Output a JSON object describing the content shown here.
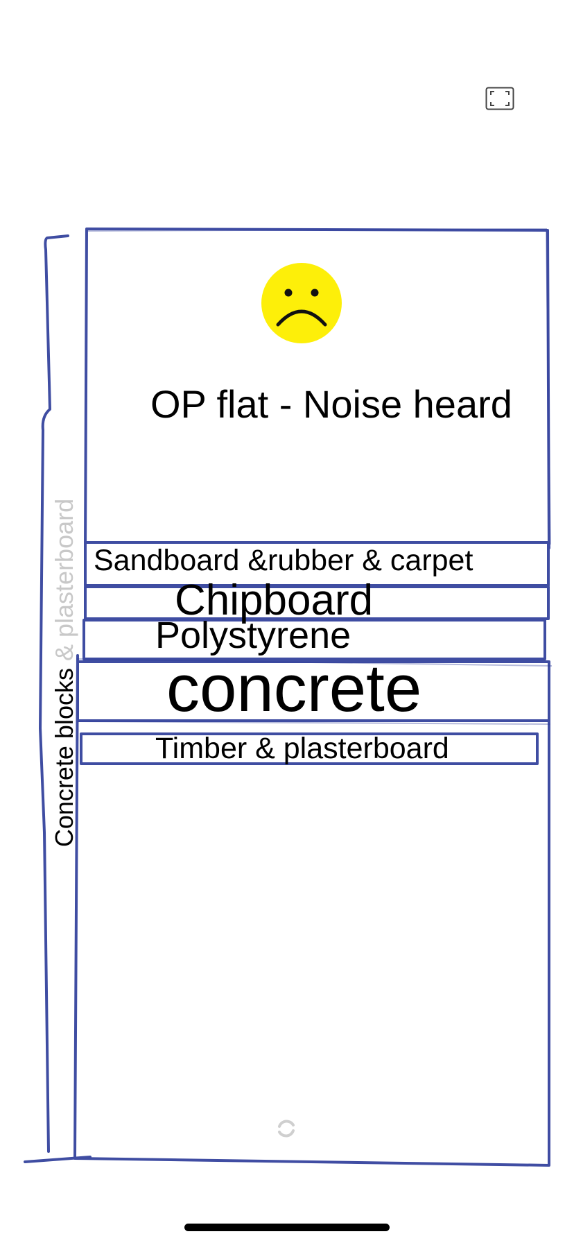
{
  "diagram": {
    "title": "OP flat - Noise heard",
    "mood_icon": "sad-face-icon",
    "side_label": {
      "part1": "Concrete blocks",
      "part2": " & plasterboard"
    },
    "layers": [
      {
        "id": "sandboard",
        "label": "Sandboard &rubber & carpet"
      },
      {
        "id": "chipboard",
        "label": "Chipboard"
      },
      {
        "id": "polystyrene",
        "label": "Polystyrene"
      },
      {
        "id": "concrete",
        "label": "concrete"
      },
      {
        "id": "timber",
        "label": "Timber & plasterboard"
      }
    ]
  },
  "controls": {
    "fullscreen_icon": "fullscreen-icon",
    "refresh_icon": "refresh-icon"
  },
  "colors": {
    "ink": "#2b3a99",
    "face": "#fdef09",
    "text": "#000000"
  }
}
